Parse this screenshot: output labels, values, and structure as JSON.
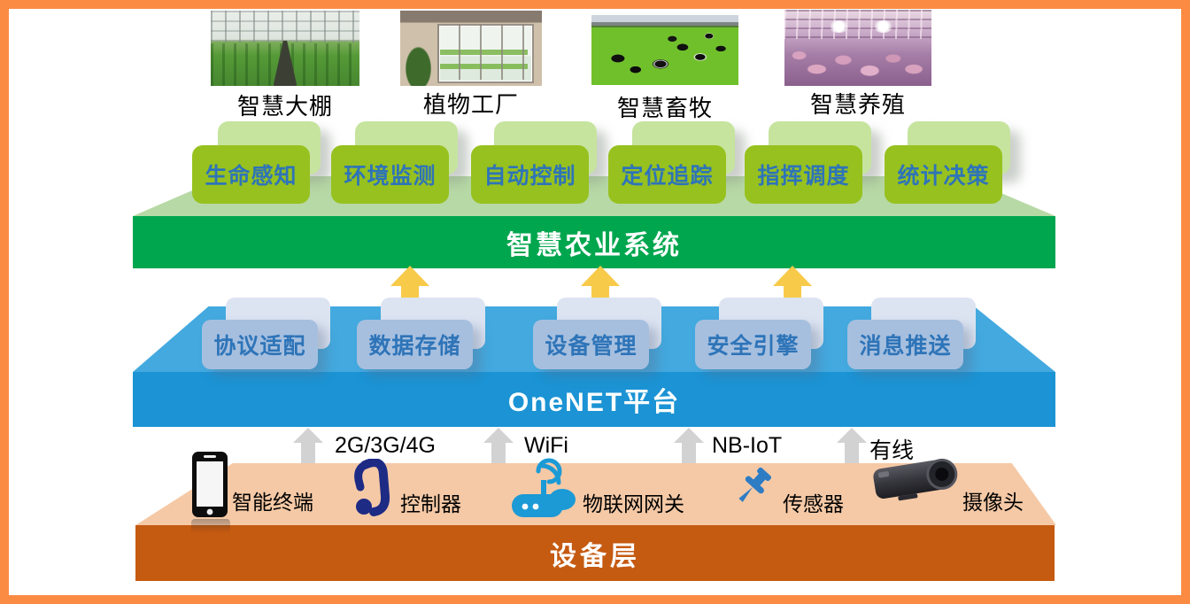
{
  "scenes": [
    {
      "label": "智慧大棚"
    },
    {
      "label": "植物工厂"
    },
    {
      "label": "智慧畜牧"
    },
    {
      "label": "智慧养殖"
    }
  ],
  "application_layer": {
    "title": "智慧农业系统",
    "tabs": [
      "生命感知",
      "环境监测",
      "自动控制",
      "定位追踪",
      "指挥调度",
      "统计决策"
    ]
  },
  "platform_layer": {
    "title": "OneNET平台",
    "tabs": [
      "协议适配",
      "数据存储",
      "设备管理",
      "安全引擎",
      "消息推送"
    ]
  },
  "connectivity": {
    "labels": [
      "2G/3G/4G",
      "WiFi",
      "NB-IoT",
      "有线"
    ]
  },
  "device_layer": {
    "title": "设备层",
    "devices": [
      {
        "label": "智能终端",
        "icon": "smartphone-icon"
      },
      {
        "label": "控制器",
        "icon": "controller-icon"
      },
      {
        "label": "物联网网关",
        "icon": "gateway-router-icon"
      },
      {
        "label": "传感器",
        "icon": "pushpin-sensor-icon"
      },
      {
        "label": "摄像头",
        "icon": "cctv-camera-icon"
      }
    ]
  },
  "colors": {
    "frame": "#fb8b43",
    "green_band": "#00a64e",
    "green_platform": "#b7d9a5",
    "green_tab": "#97c11f",
    "green_tab_back": "#c6e49e",
    "blue_band": "#1b93d4",
    "blue_platform": "#43a9df",
    "blue_tab": "#a6bfdf",
    "blue_tab_back": "#dce4f2",
    "tab_text_blue": "#2e74b8",
    "arrow_yellow": "#f8ca4a",
    "arrow_gray": "#d2d2d2",
    "device_platform": "#f5c9a6",
    "device_band": "#c55a11"
  }
}
